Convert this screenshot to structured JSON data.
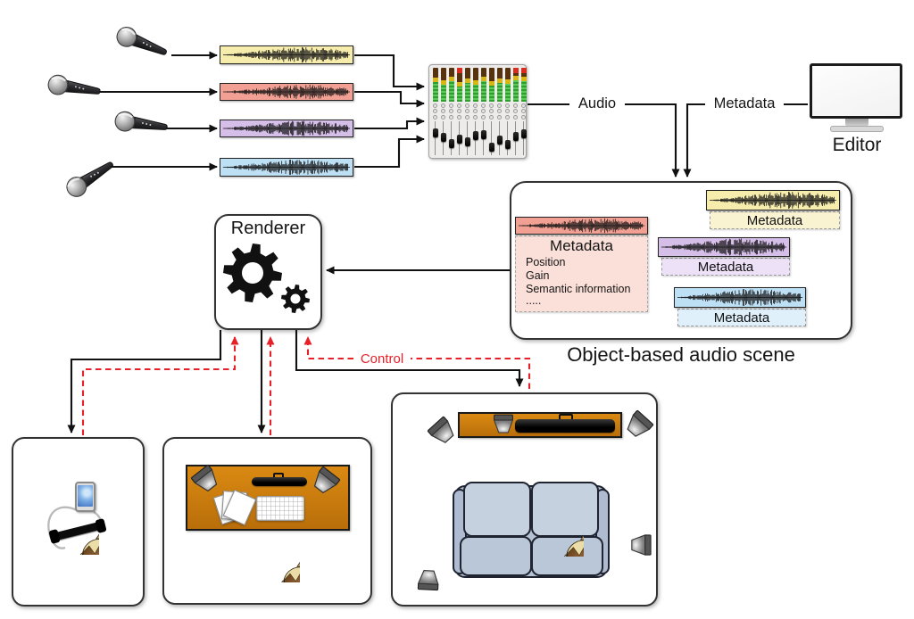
{
  "labels": {
    "audio": "Audio",
    "metadata": "Metadata",
    "control": "Control",
    "editor": "Editor",
    "renderer": "Renderer",
    "scene_caption": "Object-based audio scene"
  },
  "objects": [
    {
      "name": "red",
      "metadata_label": "Metadata",
      "details": [
        "Position",
        "Gain",
        "Semantic information",
        "....."
      ]
    },
    {
      "name": "yellow",
      "metadata_label": "Metadata"
    },
    {
      "name": "purple",
      "metadata_label": "Metadata"
    },
    {
      "name": "blue",
      "metadata_label": "Metadata"
    }
  ],
  "colors": {
    "yellow_strip": "#F6ECAC",
    "yellow_meta": "#FAF3D2",
    "red_strip": "#F2A093",
    "red_meta": "#FBDFD9",
    "purple_strip": "#D5BEE7",
    "purple_meta": "#EDE1F7",
    "blue_strip": "#BEE0F5",
    "blue_meta": "#E0F0FB",
    "control_red": "#E62129",
    "line_black": "#111111"
  },
  "mixer": {
    "channels": 12,
    "meters": [
      0.58,
      0.5,
      0.62,
      0.45,
      0.55,
      0.5,
      0.6,
      0.48,
      0.56,
      0.52,
      0.64,
      0.6
    ],
    "hot": [
      3,
      10,
      11
    ],
    "faders": [
      0.72,
      0.55,
      0.32,
      0.5,
      0.38,
      0.62,
      0.66,
      0.18,
      0.45,
      0.28,
      0.58,
      0.68
    ]
  }
}
